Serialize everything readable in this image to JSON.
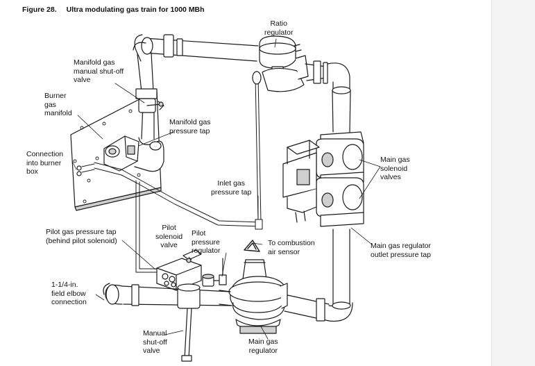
{
  "figure": {
    "number": "Figure 28.",
    "title": "Ultra modulating gas train for 1000 MBh"
  },
  "labels": {
    "ratio_regulator": "Ratio\nregulator",
    "manifold_shutoff": "Manifold gas\nmanual shut-off\nvalve",
    "burner_manifold": "Burner\ngas\nmanifold",
    "manifold_tap": "Manifold gas\npressure tap",
    "connection_burner_box": "Connection\ninto burner\nbox",
    "inlet_tap": "Inlet gas\npressure tap",
    "main_solenoids": "Main gas\nsolenoid\nvalves",
    "pilot_tap": "Pilot gas pressure tap\n(behind pilot solenoid)",
    "pilot_solenoid": "Pilot\nsolenoid\nvalve",
    "pilot_regulator": "Pilot\npressure\nregulator",
    "combustion_air": "To combustion\nair sensor",
    "regulator_outlet_tap": "Main gas regulator\noutlet pressure tap",
    "field_elbow": "1-1/4-in.\nfield elbow\nconnection",
    "manual_shutoff": "Manual\nshut-off\nvalve",
    "main_regulator": "Main gas\nregulator"
  },
  "colors": {
    "line": "#1a1a1a",
    "fill": "#ffffff",
    "shade": "#cfcfcf",
    "margin": "#f4f4f5"
  }
}
